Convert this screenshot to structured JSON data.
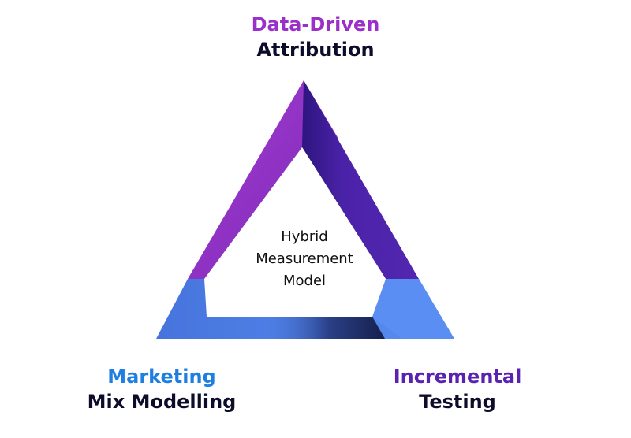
{
  "colors": {
    "top_purple": "#8e2fc4",
    "top_purple_light": "#a13dd1",
    "right_dark": "#4a22a8",
    "right_dark_deep": "#2e1580",
    "bottom_blue": "#4a7fe6",
    "bottom_blue_light": "#5a8ef2",
    "bottom_dark": "#1d2a5c",
    "text_magenta": "#9b2fc9",
    "text_blue": "#1e7fe0",
    "text_violet": "#5a22b0",
    "text_dark": "#0d0d2b"
  },
  "nodes": {
    "top": {
      "line1": "Data-Driven",
      "line2": "Attribution"
    },
    "left": {
      "line1": "Marketing",
      "line2": "Mix Modelling"
    },
    "right": {
      "line1": "Incremental",
      "line2": "Testing"
    }
  },
  "center": {
    "line1": "Hybrid",
    "line2": "Measurement",
    "line3": "Model"
  }
}
